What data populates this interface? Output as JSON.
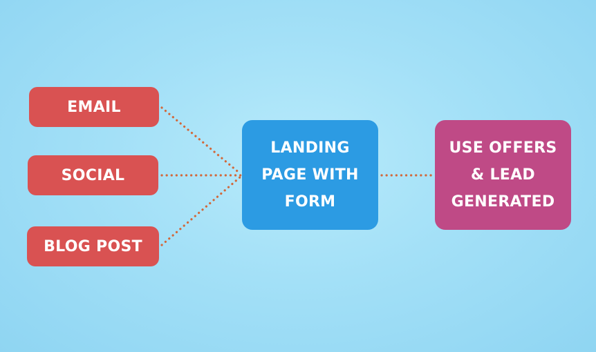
{
  "sources": [
    {
      "label": "EMAIL"
    },
    {
      "label": "SOCIAL"
    },
    {
      "label": "BLOG POST"
    }
  ],
  "landing": {
    "lines": [
      "LANDING",
      "PAGE WITH",
      "FORM"
    ]
  },
  "result": {
    "lines": [
      "USE OFFERS",
      "& LEAD",
      "GENERATED"
    ]
  },
  "colors": {
    "background": "#a3e0f7",
    "source": "#d95252",
    "landing": "#2c9be3",
    "result": "#bf4a86",
    "connector": "#d2683a"
  }
}
